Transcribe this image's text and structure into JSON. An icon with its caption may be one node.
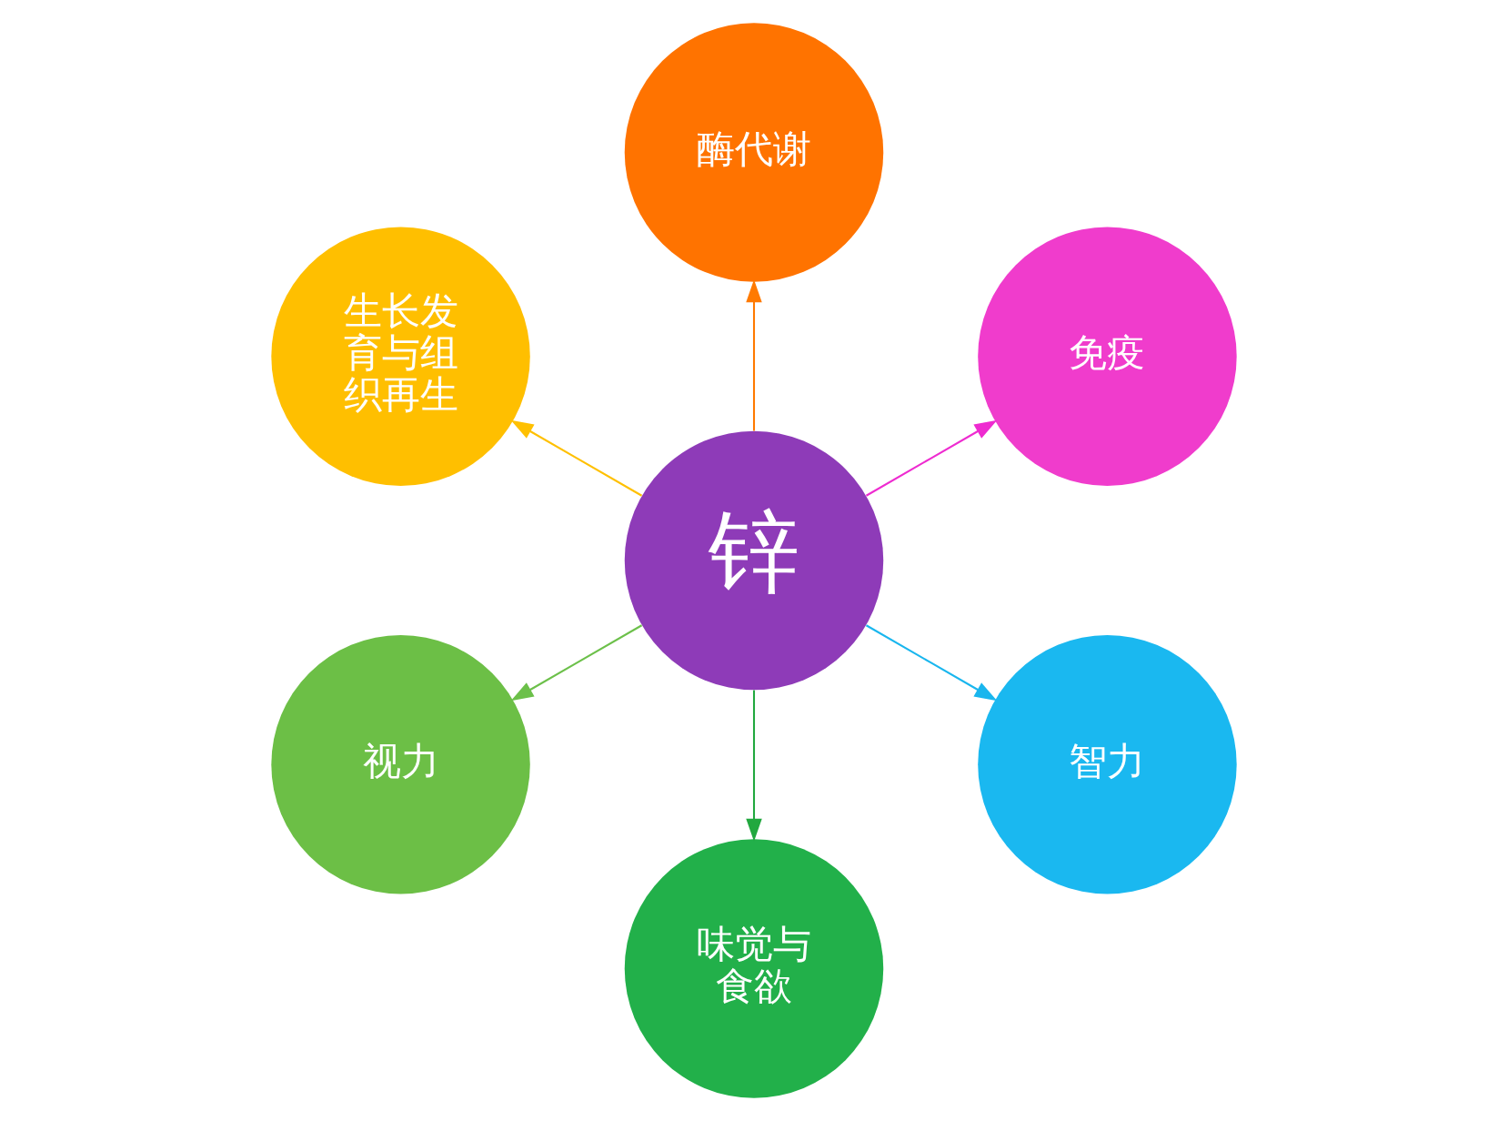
{
  "diagram": {
    "nodes": [
      {
        "text": [
          "锌"
        ]
      },
      {
        "text": [
          "酶代谢"
        ]
      },
      {
        "text": [
          "免疫"
        ]
      },
      {
        "text": [
          "智力"
        ]
      },
      {
        "text": [
          "味觉与食欲"
        ]
      },
      {
        "text": [
          "视力"
        ]
      },
      {
        "text": [
          "生长发育与组织再生"
        ]
      }
    ],
    "edges": [
      {
        "from": 0,
        "to": 1,
        "arrow": "to",
        "color": "#ff7a00"
      },
      {
        "from": 0,
        "to": 2,
        "arrow": "to",
        "color": "#ee2bd0"
      },
      {
        "from": 0,
        "to": 3,
        "arrow": "to",
        "color": "#19b6ee"
      },
      {
        "from": 0,
        "to": 4,
        "arrow": "to",
        "color": "#22a83f"
      },
      {
        "from": 0,
        "to": 5,
        "arrow": "to",
        "color": "#6cc04a"
      },
      {
        "from": 0,
        "to": 6,
        "arrow": "to",
        "color": "#ffc000"
      }
    ]
  }
}
